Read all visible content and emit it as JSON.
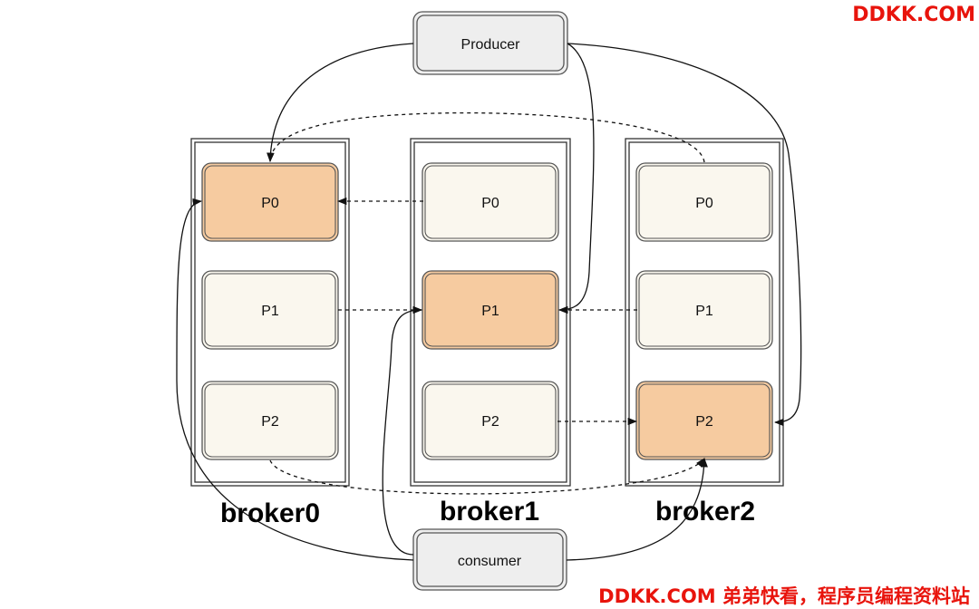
{
  "producer": {
    "label": "Producer"
  },
  "consumer": {
    "label": "consumer"
  },
  "brokers": [
    {
      "name": "broker0",
      "partitions": [
        {
          "label": "P0",
          "leader": true
        },
        {
          "label": "P1",
          "leader": false
        },
        {
          "label": "P2",
          "leader": false
        }
      ]
    },
    {
      "name": "broker1",
      "partitions": [
        {
          "label": "P0",
          "leader": false
        },
        {
          "label": "P1",
          "leader": true
        },
        {
          "label": "P2",
          "leader": false
        }
      ]
    },
    {
      "name": "broker2",
      "partitions": [
        {
          "label": "P0",
          "leader": false
        },
        {
          "label": "P1",
          "leader": false
        },
        {
          "label": "P2",
          "leader": true
        }
      ]
    }
  ],
  "colors": {
    "leader_fill": "#f6cba0",
    "replica_fill": "#faf7ee",
    "client_fill": "#eeeeee",
    "stroke": "#555555",
    "line": "#111111",
    "watermark": "#e8140c"
  },
  "watermark": {
    "top": "DDKK.COM",
    "bottom": "DDKK.COM 弟弟快看，程序员编程资料站"
  }
}
